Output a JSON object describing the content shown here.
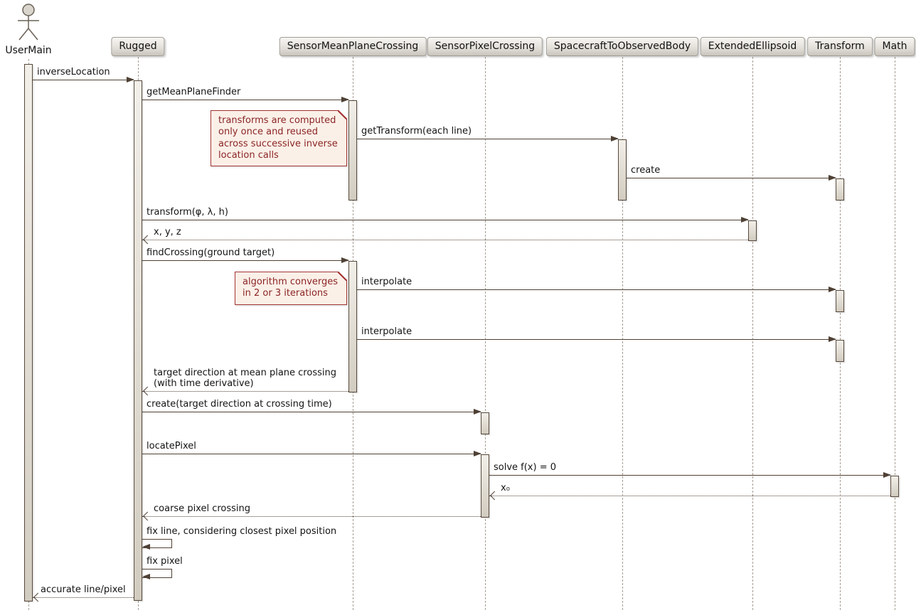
{
  "colors": {
    "arrow": "#4E4034",
    "participant_fill_top": "#F8F6F3",
    "participant_fill_bottom": "#C9C5BD",
    "participant_border": "#A09C94",
    "activation_border": "#56493C",
    "note_bg": "#FBF0E8",
    "note_border": "#A33333",
    "note_text": "#8B2525",
    "lifeline": "#A59C92"
  },
  "actor": {
    "label": "UserMain"
  },
  "participants": [
    {
      "label": "Rugged"
    },
    {
      "label": "SensorMeanPlaneCrossing"
    },
    {
      "label": "SensorPixelCrossing"
    },
    {
      "label": "SpacecraftToObservedBody"
    },
    {
      "label": "ExtendedEllipsoid"
    },
    {
      "label": "Transform"
    },
    {
      "label": "Math"
    }
  ],
  "messages": [
    {
      "label": "inverseLocation",
      "from": "UserMain",
      "to": "Rugged",
      "type": "solid"
    },
    {
      "label": "getMeanPlaneFinder",
      "from": "Rugged",
      "to": "SensorMeanPlaneCrossing",
      "type": "solid"
    },
    {
      "label": "getTransform(each line)",
      "from": "SensorMeanPlaneCrossing",
      "to": "SpacecraftToObservedBody",
      "type": "solid"
    },
    {
      "label": "create",
      "from": "SpacecraftToObservedBody",
      "to": "Transform",
      "type": "solid"
    },
    {
      "label": "transform(φ, λ, h)",
      "from": "Rugged",
      "to": "ExtendedEllipsoid",
      "type": "solid"
    },
    {
      "label": "x, y, z",
      "from": "ExtendedEllipsoid",
      "to": "Rugged",
      "type": "return"
    },
    {
      "label": "findCrossing(ground target)",
      "from": "Rugged",
      "to": "SensorMeanPlaneCrossing",
      "type": "solid"
    },
    {
      "label": "interpolate",
      "from": "SensorMeanPlaneCrossing",
      "to": "Transform",
      "type": "solid"
    },
    {
      "label": "interpolate",
      "from": "SensorMeanPlaneCrossing",
      "to": "Transform",
      "type": "solid"
    },
    {
      "label": "target direction at mean plane crossing",
      "label2": "(with time derivative)",
      "from": "SensorMeanPlaneCrossing",
      "to": "Rugged",
      "type": "return"
    },
    {
      "label": "create(target direction at crossing time)",
      "from": "Rugged",
      "to": "SensorPixelCrossing",
      "type": "solid"
    },
    {
      "label": "locatePixel",
      "from": "Rugged",
      "to": "SensorPixelCrossing",
      "type": "solid"
    },
    {
      "label": "solve f(x) = 0",
      "from": "SensorPixelCrossing",
      "to": "Math",
      "type": "solid"
    },
    {
      "label": "x₀",
      "from": "Math",
      "to": "SensorPixelCrossing",
      "type": "return"
    },
    {
      "label": "coarse pixel crossing",
      "from": "SensorPixelCrossing",
      "to": "Rugged",
      "type": "return"
    },
    {
      "label": "fix line, considering closest pixel position",
      "from": "Rugged",
      "to": "Rugged",
      "type": "self"
    },
    {
      "label": "fix pixel",
      "from": "Rugged",
      "to": "Rugged",
      "type": "self"
    },
    {
      "label": "accurate line/pixel",
      "from": "Rugged",
      "to": "UserMain",
      "type": "return"
    }
  ],
  "notes": [
    {
      "text": "transforms are computed only once and reused across successive inverse location calls"
    },
    {
      "text": "algorithm converges in 2 or 3 iterations"
    }
  ]
}
